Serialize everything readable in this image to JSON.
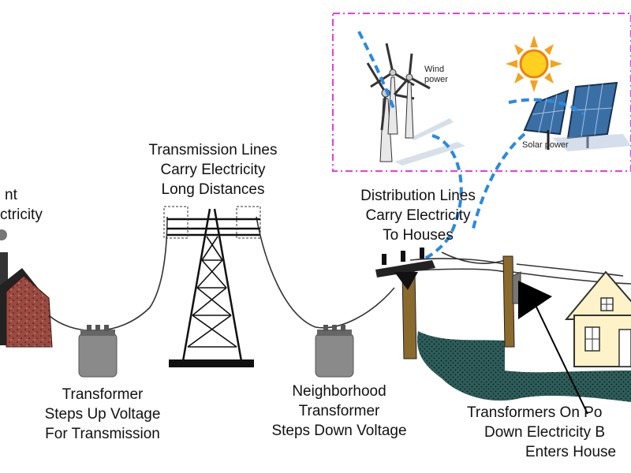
{
  "labels": {
    "plant": [
      "nt",
      "ctricity"
    ],
    "transmission_lines": [
      "Transmission Lines",
      "Carry Electricity",
      "Long Distances"
    ],
    "distribution_lines": [
      "Distribution Lines",
      "Carry Electricity",
      "To Houses"
    ],
    "step_up": [
      "Transformer",
      "Steps Up Voltage",
      "For Transmission"
    ],
    "neighborhood": [
      "Neighborhood",
      "Transformer",
      "Steps Down Voltage"
    ],
    "pole_transformers": [
      "Transformers On Po",
      "Down Electricity B",
      "Enters House"
    ]
  },
  "renewables": {
    "wind_label": [
      "Wind",
      "power"
    ],
    "solar_label": "Solar power"
  },
  "colors": {
    "renewable_box": "#e040e0",
    "renewable_link": "#2a8ae0",
    "ground": "#2e5d5a",
    "house_wall": "#fdf2c8",
    "brick": "#9a4a40",
    "sun": "#f6a21b",
    "panel": "#3a6fa6"
  }
}
